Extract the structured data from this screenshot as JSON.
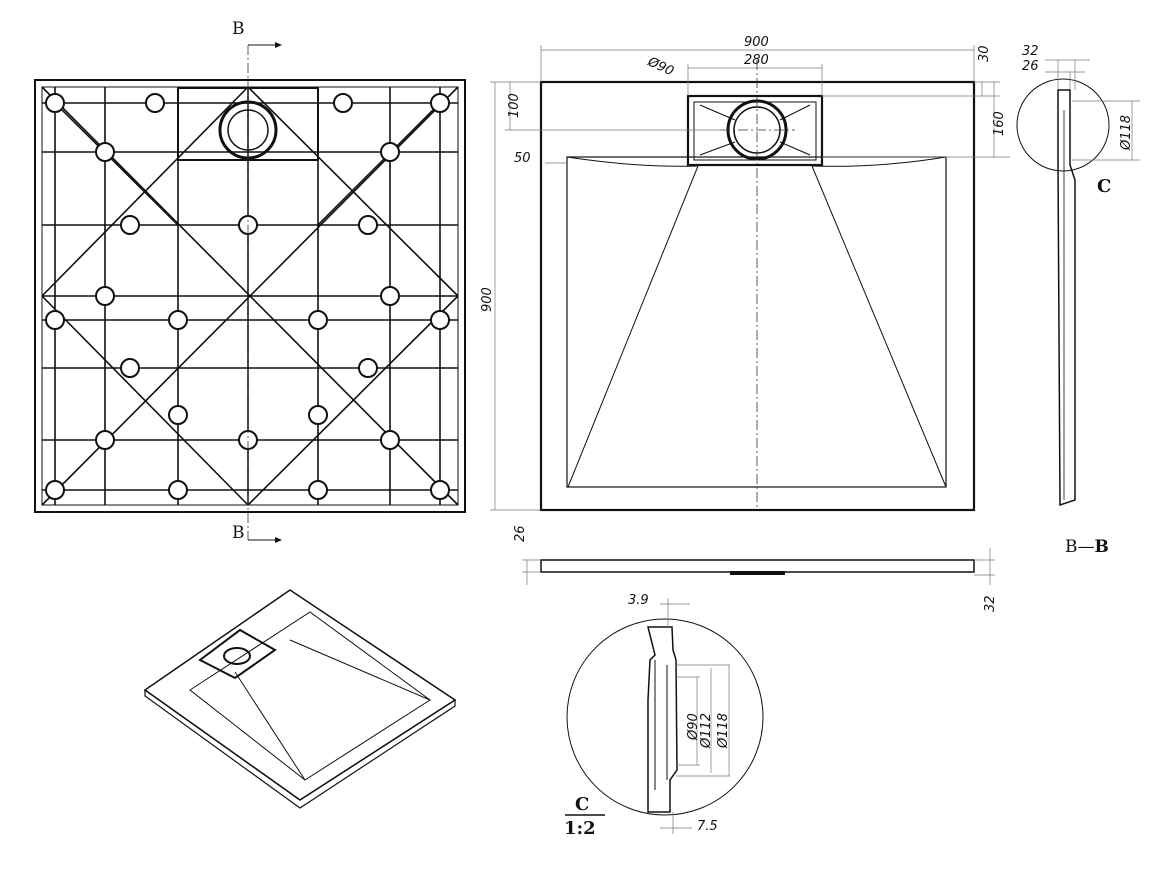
{
  "section_labels": {
    "b_top": "B",
    "b_bottom": "B",
    "c_detail": "C",
    "section_bb_prefix": "B—",
    "section_bb_bold": "B",
    "detail_c": "C",
    "detail_scale": "1:2"
  },
  "dimensions": {
    "width": "900",
    "height": "900",
    "drain_width": "280",
    "drain_dia": "Ø90",
    "offset_100": "100",
    "offset_50": "50",
    "offset_30": "30",
    "offset_160": "160",
    "thick_32": "32",
    "thick_26": "26",
    "dia_118_section": "Ø118",
    "side_26": "26",
    "side_32": "32",
    "detail_3_9": "3.9",
    "detail_7_5": "7.5",
    "detail_d90": "Ø90",
    "detail_d112": "Ø112",
    "detail_d118": "Ø118"
  },
  "colors": {
    "line": "#111111",
    "dim": "#777777"
  }
}
